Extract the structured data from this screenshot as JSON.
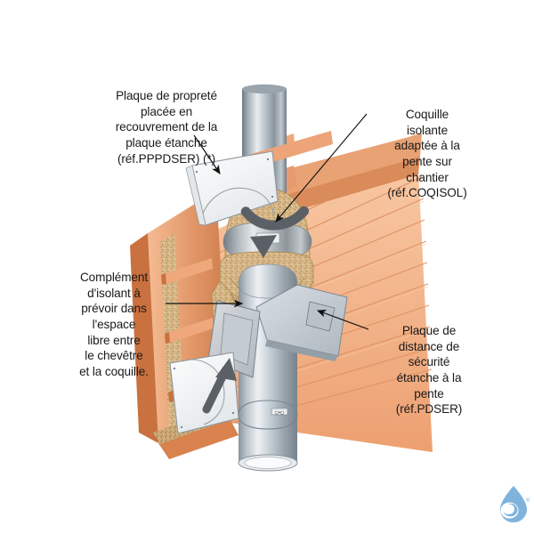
{
  "document": {
    "type": "technical-installation-diagram",
    "subject": "Traversée de toiture pour conduit de fumée",
    "language": "fr"
  },
  "labels": {
    "plaque_proprete": {
      "text": "Plaque de propreté\nplacée en\nrecouvrement de la\nplaque étanche\n(réf.PPPDSER) (*)",
      "position": "top-left"
    },
    "coquille_isolante": {
      "text": "Coquille\nisolante\nadaptée à la\npente sur\nchantier\n(réf.COQISOL)",
      "position": "top-right"
    },
    "complement_isolant": {
      "text": "Complément\nd'isolant à\nprévoir dans\nl'espace\nlibre entre\nle chevêtre\net la coquille.",
      "position": "middle-left"
    },
    "plaque_distance": {
      "text": "Plaque de\ndistance de\nsécurité\nétanche à la\npente\n(réf.PDSER)",
      "position": "bottom-right"
    }
  },
  "references": {
    "plaque_proprete": "réf.PPPDSER",
    "coquille_isolante": "réf.COQISOL",
    "plaque_distance": "réf.PDSER",
    "footnote_marker": "(*)"
  },
  "logo": {
    "name": "water-drop-logo",
    "color": "#7FB3DC",
    "registered_mark": "®"
  },
  "colors": {
    "roof_light": "#F8C9A6",
    "roof_mid": "#F0A878",
    "roof_dark": "#E08A58",
    "beam_light": "#F3B389",
    "beam_mid": "#E09468",
    "beam_dark": "#C9713F",
    "insulation_speckle": "#D9B98C",
    "insulation_core": "#C8A87C",
    "metal_light": "#E8ECEF",
    "metal_mid": "#A8B2BA",
    "metal_dark": "#6E7A84",
    "seal_orange": "#E8703C",
    "seal_orange_dark": "#C4512A",
    "plate_white": "#FAFAFA",
    "arrow_grey": "#5A6066",
    "leader_line": "#111111",
    "text": "#1a1a1a"
  },
  "parts": [
    {
      "name": "flue-pipe-upper",
      "material": "stainless-steel",
      "shape": "cylinder"
    },
    {
      "name": "flue-pipe-lower",
      "material": "stainless-steel",
      "shape": "cylinder"
    },
    {
      "name": "pipe-clamp-ring",
      "material": "stainless-steel",
      "shape": "ring"
    },
    {
      "name": "insulation-shell",
      "material": "mineral-wool",
      "shape": "collar"
    },
    {
      "name": "plaque-proprete-panel",
      "material": "sheet-metal",
      "shape": "plate-with-cutout"
    },
    {
      "name": "plaque-distance-panel",
      "material": "sheet-metal",
      "shape": "plate-with-cutout"
    },
    {
      "name": "roof-slats",
      "material": "timber",
      "shape": "planks"
    },
    {
      "name": "chevetre-beams",
      "material": "timber",
      "shape": "beams"
    }
  ],
  "annotations": {
    "assembly_arrow_down": "curved arrow indicating plaque de propreté slides down over the shell",
    "assembly_arrow_up": "straight arrow indicating plate mounts upward into position"
  }
}
